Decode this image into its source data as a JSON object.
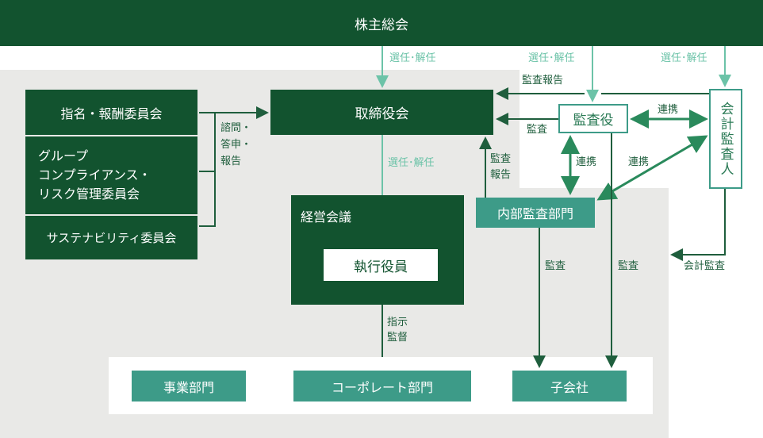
{
  "shareholders": "株主総会",
  "board": "取締役会",
  "committees": [
    {
      "label": "指名・報酬委員会"
    },
    {
      "lines": [
        "グループ",
        "コンプライアンス・",
        "リスク管理委員会"
      ]
    },
    {
      "label": "サステナビリティ委員会"
    }
  ],
  "committee_link_label": [
    "諮問・",
    "答申・",
    "報告"
  ],
  "management_council": "経営会議",
  "executive_officers": "執行役員",
  "auditors": "監査役",
  "accounting_auditor": "会計監査人",
  "internal_audit": "内部監査部門",
  "divisions": [
    "事業部門",
    "コーポレート部門",
    "子会社"
  ],
  "labels": {
    "elect1": "選任･解任",
    "elect2": "選任･解任",
    "elect3": "選任･解任",
    "elect4": "選任･解任",
    "audit_report_top": "監査報告",
    "audit_to_board": "監査",
    "audit_report_internal": [
      "監査",
      "報告"
    ],
    "cooperation1": "連携",
    "cooperation2": "連携",
    "cooperation3": "連携",
    "instruction": [
      "指示",
      "監督"
    ],
    "audit_a": "監査",
    "audit_b": "監査",
    "accounting_audit": "会計監査"
  },
  "colors": {
    "dark": "#12532f",
    "teal": "#3d9b88",
    "light": "#6cc3a8",
    "gray": "#e9e9e7"
  }
}
